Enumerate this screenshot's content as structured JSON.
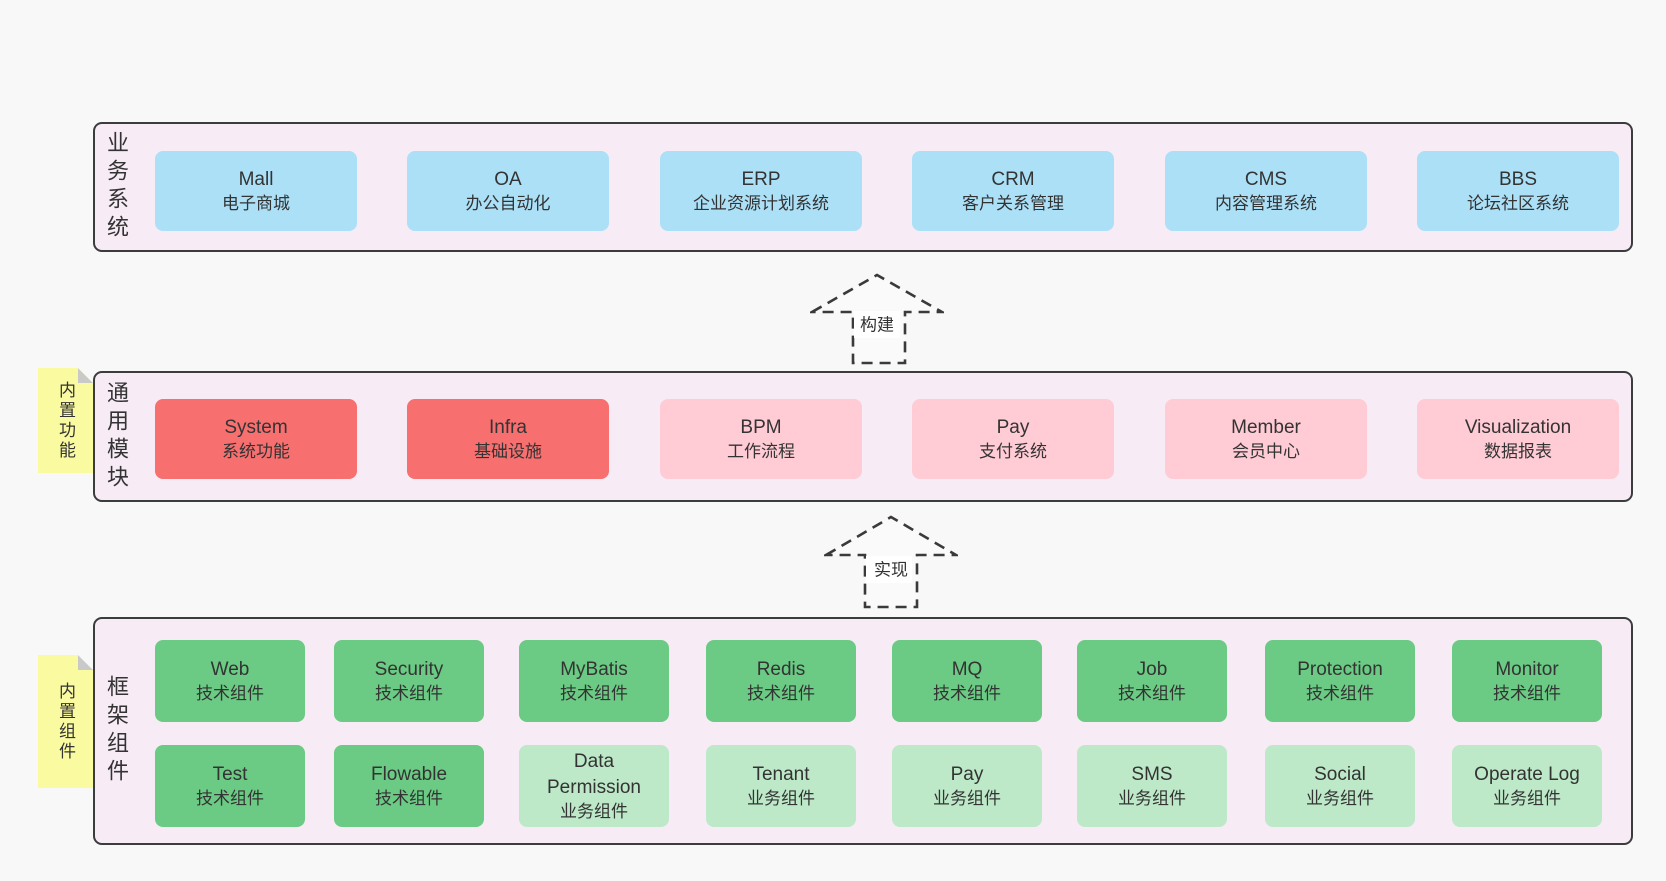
{
  "colors": {
    "page-bg": "#f8f8f8",
    "band-bg": "#f7ecf5",
    "band-border": "#3c3c3c",
    "box-blue": "#ace0f7",
    "box-red": "#f76f6f",
    "box-pink": "#ffcbd5",
    "box-green": "#6bca83",
    "box-green-light": "#bde9c8",
    "sticky-bg": "#fafaa0",
    "sticky-fold": "#c9c9c9",
    "text": "#333333",
    "arrow": "#3a3a3a"
  },
  "bands": {
    "business": {
      "label": "业务系统",
      "boxes": [
        {
          "title": "Mall",
          "subtitle": "电子商城"
        },
        {
          "title": "OA",
          "subtitle": "办公自动化"
        },
        {
          "title": "ERP",
          "subtitle": "企业资源计划系统"
        },
        {
          "title": "CRM",
          "subtitle": "客户关系管理"
        },
        {
          "title": "CMS",
          "subtitle": "内容管理系统"
        },
        {
          "title": "BBS",
          "subtitle": "论坛社区系统"
        }
      ]
    },
    "modules": {
      "label": "通用模块",
      "sticky": "内置功能",
      "boxes": [
        {
          "title": "System",
          "subtitle": "系统功能"
        },
        {
          "title": "Infra",
          "subtitle": "基础设施"
        },
        {
          "title": "BPM",
          "subtitle": "工作流程"
        },
        {
          "title": "Pay",
          "subtitle": "支付系统"
        },
        {
          "title": "Member",
          "subtitle": "会员中心"
        },
        {
          "title": "Visualization",
          "subtitle": "数据报表"
        }
      ]
    },
    "components": {
      "label": "框架组件",
      "sticky": "内置组件",
      "row1": [
        {
          "title": "Web",
          "subtitle": "技术组件"
        },
        {
          "title": "Security",
          "subtitle": "技术组件"
        },
        {
          "title": "MyBatis",
          "subtitle": "技术组件"
        },
        {
          "title": "Redis",
          "subtitle": "技术组件"
        },
        {
          "title": "MQ",
          "subtitle": "技术组件"
        },
        {
          "title": "Job",
          "subtitle": "技术组件"
        },
        {
          "title": "Protection",
          "subtitle": "技术组件"
        },
        {
          "title": "Monitor",
          "subtitle": "技术组件"
        }
      ],
      "row2": [
        {
          "title": "Test",
          "subtitle": "技术组件"
        },
        {
          "title": "Flowable",
          "subtitle": "技术组件"
        },
        {
          "title": "Data Permission",
          "subtitle": "业务组件"
        },
        {
          "title": "Tenant",
          "subtitle": "业务组件"
        },
        {
          "title": "Pay",
          "subtitle": "业务组件"
        },
        {
          "title": "SMS",
          "subtitle": "业务组件"
        },
        {
          "title": "Social",
          "subtitle": "业务组件"
        },
        {
          "title": "Operate Log",
          "subtitle": "业务组件"
        }
      ]
    }
  },
  "arrows": {
    "build": {
      "label": "构建"
    },
    "implement": {
      "label": "实现"
    }
  }
}
